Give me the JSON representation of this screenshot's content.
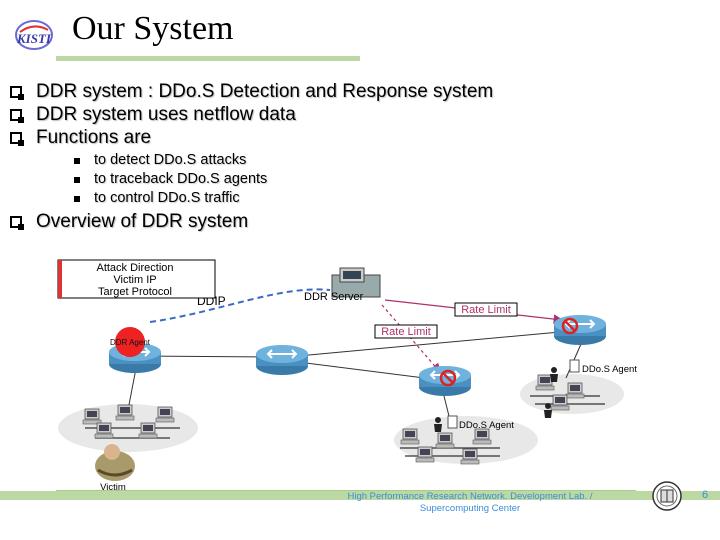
{
  "header": {
    "title": "Our System",
    "logo_text": "KISTI"
  },
  "bullets": [
    "DDR system : DDo.S Detection and Response system",
    "DDR system uses netflow data",
    "Functions are"
  ],
  "sub_bullets": [
    "to detect DDo.S attacks",
    "to traceback DDo.S agents",
    "to control DDo.S traffic"
  ],
  "overview": "Overview of DDR system",
  "diagram": {
    "box_lines": [
      "Attack Direction",
      "Victim IP",
      "Target Protocol"
    ],
    "ddip": "DDIP",
    "server_label": "DDR Server",
    "rate_limit_1": "Rate Limit",
    "rate_limit_2": "Rate Limit",
    "agent_label": "DDR Agent",
    "ddos_agent_1": "DDo.S Agent",
    "ddos_agent_2": "DDo.S Agent",
    "victim": "Victim"
  },
  "footer": {
    "lab_line1": "High Performance Research Network. Development Lab. /",
    "lab_line2": "Supercomputing Center",
    "page": "6"
  }
}
